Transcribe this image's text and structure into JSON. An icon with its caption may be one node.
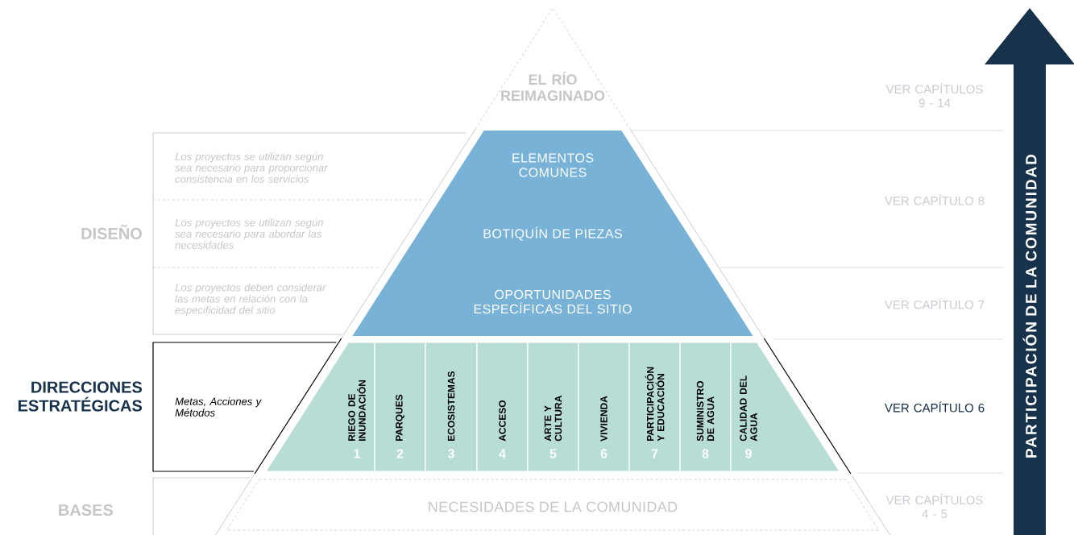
{
  "diagram": {
    "nodes": [
      {
        "text": [
          "EL RÍO REIMAGINADO"
        ]
      },
      {
        "text": [
          "ELEMENTOS COMUNES"
        ]
      },
      {
        "text": [
          "BOTIQUÍN DE PIEZAS"
        ]
      },
      {
        "text": [
          "OPORTUNIDADES ESPECÍFICAS DEL SITIO"
        ]
      },
      {
        "text": [
          "RIEGO DE INUNDACIÓN",
          "1"
        ]
      },
      {
        "text": [
          "PARQUES",
          "2"
        ]
      },
      {
        "text": [
          "ECOSISTEMAS",
          "3"
        ]
      },
      {
        "text": [
          "ACCESO",
          "4"
        ]
      },
      {
        "text": [
          "ARTE Y CULTURA",
          "5"
        ]
      },
      {
        "text": [
          "VIVIENDA",
          "6"
        ]
      },
      {
        "text": [
          "PARTICIPACIÓN Y EDUCACIÓN",
          "7"
        ]
      },
      {
        "text": [
          "SUMINISTRO DE AGUA",
          "8"
        ]
      },
      {
        "text": [
          "CALIDAD DEL AGUA",
          "9"
        ]
      },
      {
        "text": [
          "NECESIDADES DE LA COMUNIDAD"
        ]
      },
      {
        "text": [
          "Los proyectos se utilizan según sea necesario para proporcionar consistencia en los servicios",
          "Los proyectos se utilizan según sea necesario para abordar las necesidades",
          "Los proyectos deben considerar las metas en relación con la especificidad del sitio"
        ]
      },
      {
        "text": [
          "Metas, Acciones y Métodos"
        ]
      }
    ],
    "labels": [
      "VER CAPÍTULOS 9 - 14",
      "PARTICIPACIÓN DE LA COMUNIDAD",
      "DISEÑO",
      "VER CAPÍTULO 8",
      "VER CAPÍTULO 7",
      "DIRECCIONES ESTRATÉGICAS",
      "VER CAPÍTULO 6",
      "BASES",
      "VER CAPÍTULOS 4 - 5"
    ]
  }
}
